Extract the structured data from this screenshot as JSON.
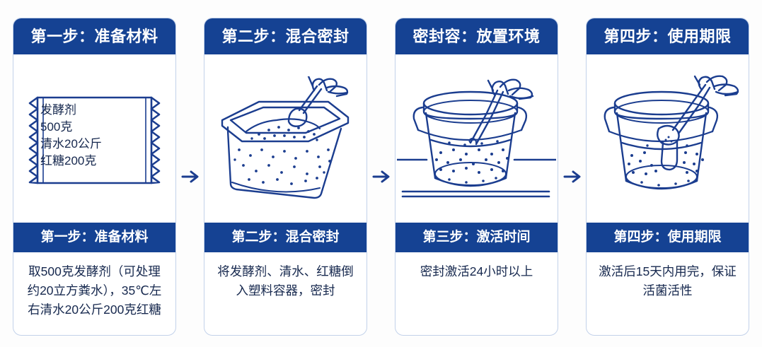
{
  "meta": {
    "accent_blue": "#154293",
    "line_blue": "#1b3d8f",
    "card_border": "#c3d2ea",
    "background": "#fdfdfd",
    "text_color": "#16284e"
  },
  "arrows": {
    "glyph": "→",
    "name": "arrow-right-icon"
  },
  "steps": [
    {
      "header": "第一步：准备材料",
      "subheader": "第一步：准备材料",
      "body": "取500克发酵剂（可处理约20立方粪水），35℃左右清水20公斤200克红糖",
      "figure": "fermentation-packet",
      "packet_lines": [
        "发酵剂",
        "500克",
        "清水20公斤",
        "红糖200克"
      ]
    },
    {
      "header": "第二步：混合密封",
      "subheader": "第二步：混合密封",
      "body": "将发酵剂、清水、红糖倒入塑料容器，密封",
      "figure": "square-container-with-scoop"
    },
    {
      "header": "密封容：放置环境",
      "subheader": "第三步：激活时间",
      "body": "密封激活24小时以上",
      "figure": "bucket-with-stirring-hand"
    },
    {
      "header": "第四步：使用期限",
      "subheader": "第四步：使用期限",
      "body": "激活后15天内用完，保证活菌活性",
      "figure": "bucket-with-ladle"
    }
  ]
}
